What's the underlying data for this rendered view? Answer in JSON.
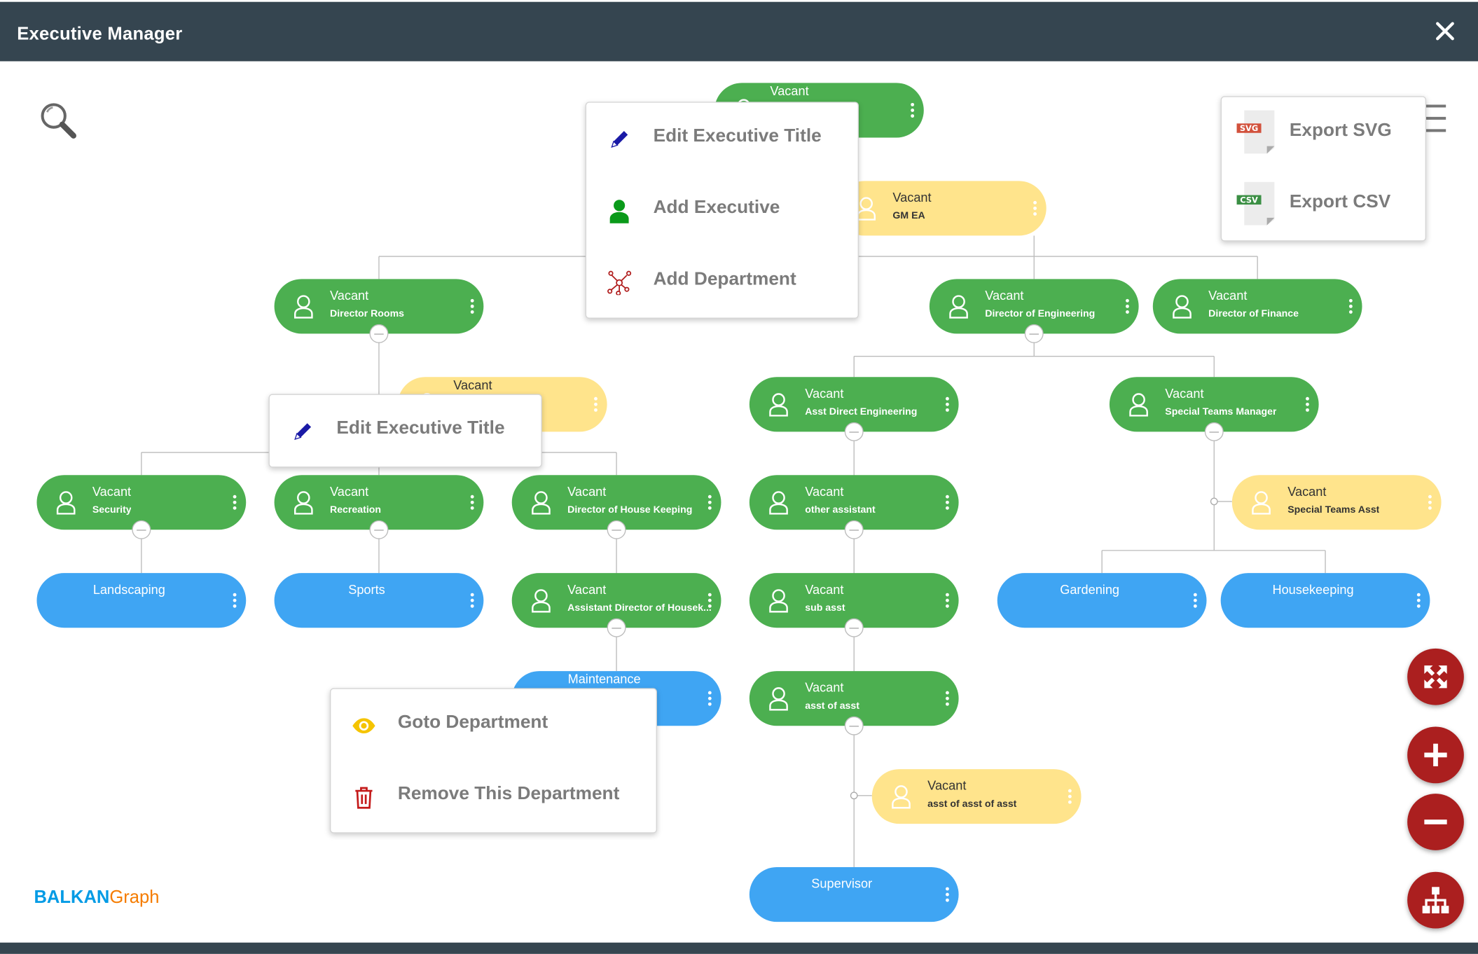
{
  "window": {
    "title": "Executive Manager",
    "close_icon": "close-icon"
  },
  "brand": {
    "part1": "BALKAN",
    "part2": "Graph"
  },
  "colors": {
    "executive": "#4caf50",
    "assistant": "#ffe48c",
    "department": "#3fa5f3",
    "header": "#354550",
    "fab": "#ab1f1f"
  },
  "nodes": [
    {
      "type": "green",
      "name": "Vacant",
      "title": ""
    },
    {
      "type": "yellow",
      "name": "Vacant",
      "title": "GM EA"
    },
    {
      "type": "green",
      "name": "Vacant",
      "title": "Director Rooms"
    },
    {
      "type": "green",
      "name": "Vacant",
      "title": "Director of Engineering"
    },
    {
      "type": "green",
      "name": "Vacant",
      "title": "Director of Finance"
    },
    {
      "type": "yellow",
      "name": "Vacant",
      "title": ""
    },
    {
      "type": "green",
      "name": "Vacant",
      "title": "Asst Direct Engineering"
    },
    {
      "type": "green",
      "name": "Vacant",
      "title": "Special Teams Manager"
    },
    {
      "type": "green",
      "name": "Vacant",
      "title": "Security"
    },
    {
      "type": "green",
      "name": "Vacant",
      "title": "Recreation"
    },
    {
      "type": "green",
      "name": "Vacant",
      "title": "Director of House Keeping"
    },
    {
      "type": "green",
      "name": "Vacant",
      "title": "other assistant"
    },
    {
      "type": "yellow",
      "name": "Vacant",
      "title": "Special Teams Asst"
    },
    {
      "type": "blue",
      "name": "Landscaping"
    },
    {
      "type": "blue",
      "name": "Sports"
    },
    {
      "type": "green",
      "name": "Vacant",
      "title": "Assistant Director of Housek..."
    },
    {
      "type": "green",
      "name": "Vacant",
      "title": "sub asst"
    },
    {
      "type": "blue",
      "name": "Gardening"
    },
    {
      "type": "blue",
      "name": "Housekeeping"
    },
    {
      "type": "blue",
      "name": "Maintenance"
    },
    {
      "type": "green",
      "name": "Vacant",
      "title": "asst of asst"
    },
    {
      "type": "yellow",
      "name": "Vacant",
      "title": "asst of asst of asst"
    },
    {
      "type": "blue",
      "name": "Supervisor"
    }
  ],
  "node_menu": {
    "items": [
      {
        "label": "Edit Executive Title",
        "icon": "pencil-icon"
      },
      {
        "label": "Add Executive",
        "icon": "person-add-icon"
      },
      {
        "label": "Add Department",
        "icon": "network-icon"
      }
    ]
  },
  "assistant_menu": {
    "items": [
      {
        "label": "Edit Executive Title",
        "icon": "pencil-icon"
      }
    ]
  },
  "department_menu": {
    "items": [
      {
        "label": "Goto Department",
        "icon": "eye-icon"
      },
      {
        "label": "Remove This Department",
        "icon": "trash-icon"
      }
    ]
  },
  "export_menu": {
    "items": [
      {
        "label": "Export SVG",
        "badge": "SVG",
        "icon": "svg-file-icon"
      },
      {
        "label": "Export CSV",
        "badge": "CSV",
        "icon": "csv-file-icon"
      }
    ]
  },
  "toolbar": {
    "fit": "fit-screen-icon",
    "zoom_in": "zoom-in-icon",
    "zoom_out": "zoom-out-icon",
    "layout": "org-layout-icon"
  }
}
